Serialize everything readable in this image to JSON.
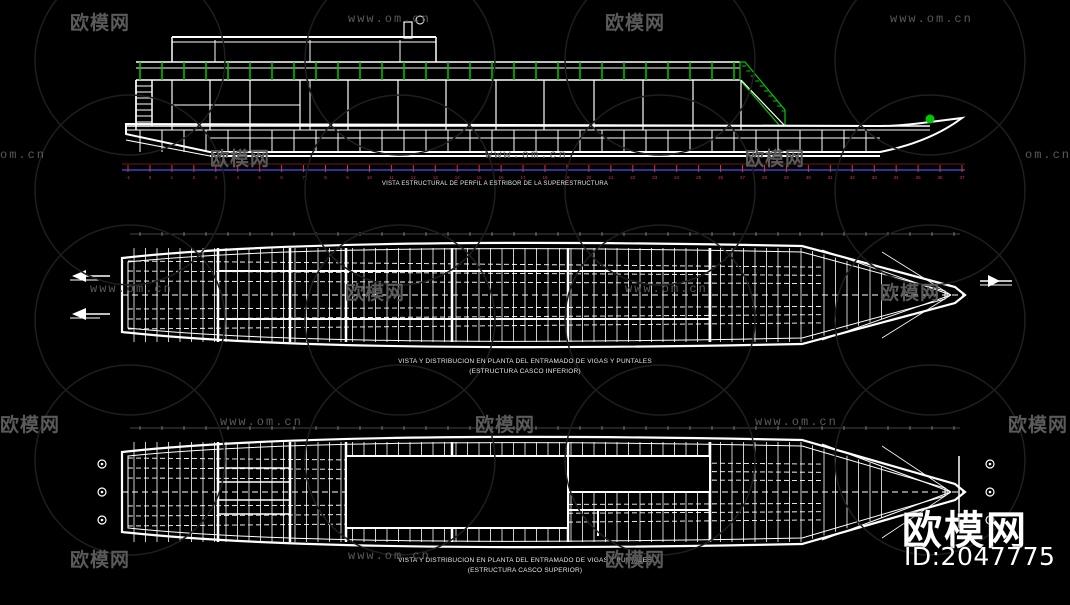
{
  "drawing": {
    "profile_caption": "VISTA ESTRUCTURAL DE PERFIL A ESTRIBOR DE LA SUPERESTRUCTURA",
    "lower_plan_caption_1": "VISTA Y DISTRIBUCION EN PLANTA DEL ENTRAMADO DE VIGAS Y PUNTALES",
    "lower_plan_caption_2": "(ESTRUCTURA CASCO INFERIOR)",
    "upper_plan_caption_1": "VISTA Y DISTRIBUCION EN PLANTA DEL ENTRAMADO DE VIGAS Y PUNTALES",
    "upper_plan_caption_2": "(ESTRUCTURA CASCO SUPERIOR)",
    "frame_numbers": [
      "-1",
      "0",
      "1",
      "2",
      "3",
      "4",
      "5",
      "6",
      "7",
      "8",
      "9",
      "10",
      "11",
      "12",
      "13",
      "14",
      "15",
      "16",
      "17",
      "18",
      "19",
      "20",
      "21",
      "22",
      "23",
      "24",
      "25",
      "26",
      "27",
      "28",
      "29",
      "30",
      "31",
      "32",
      "33",
      "34",
      "35",
      "36",
      "37"
    ]
  },
  "watermark": {
    "brand": "欧模网",
    "url": "www.om.cn",
    "url_short": "om.cn",
    "id_label": "ID:2047775"
  },
  "colors": {
    "background": "#000000",
    "lines": "#ffffff",
    "railing": "#00c800",
    "ruler": "#d23c3c",
    "baseline": "#4a3cc8",
    "watermark": "#5a5a5a"
  }
}
